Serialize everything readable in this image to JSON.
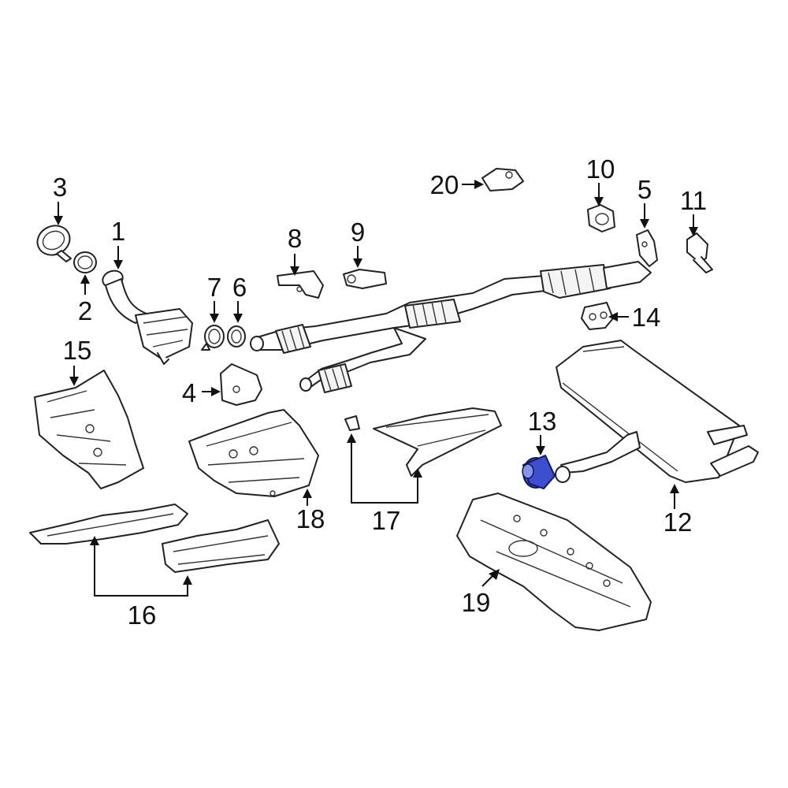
{
  "diagram": {
    "highlight_color": "#3d4fd0",
    "line_color": "#222222",
    "highlighted_part": "13",
    "callouts": [
      "1",
      "2",
      "3",
      "4",
      "5",
      "6",
      "7",
      "8",
      "9",
      "10",
      "11",
      "12",
      "13",
      "14",
      "15",
      "16",
      "17",
      "18",
      "19",
      "20"
    ]
  }
}
